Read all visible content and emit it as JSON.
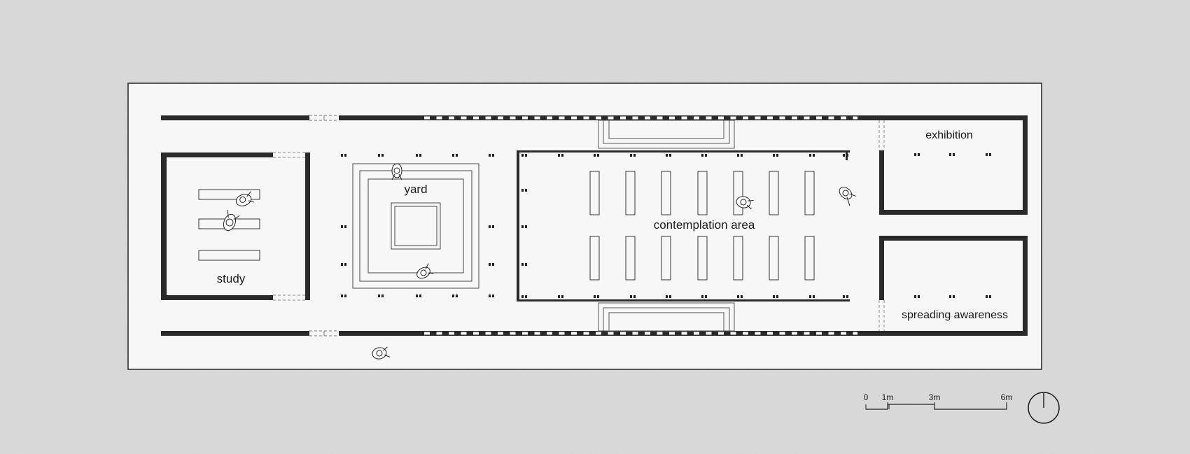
{
  "rooms": {
    "study": "study",
    "yard": "yard",
    "contemplation": "contemplation area",
    "exhibition": "exhibition",
    "spreading": "spreading awareness"
  },
  "scale": {
    "ticks": [
      "0",
      "1m",
      "3m",
      "6m"
    ]
  },
  "colors": {
    "background": "#dcdcdc",
    "paper": "#f7f7f7",
    "wall": "#2a2a2a",
    "line": "#555555"
  },
  "icons": [
    "person-icon",
    "north-arrow-icon"
  ]
}
